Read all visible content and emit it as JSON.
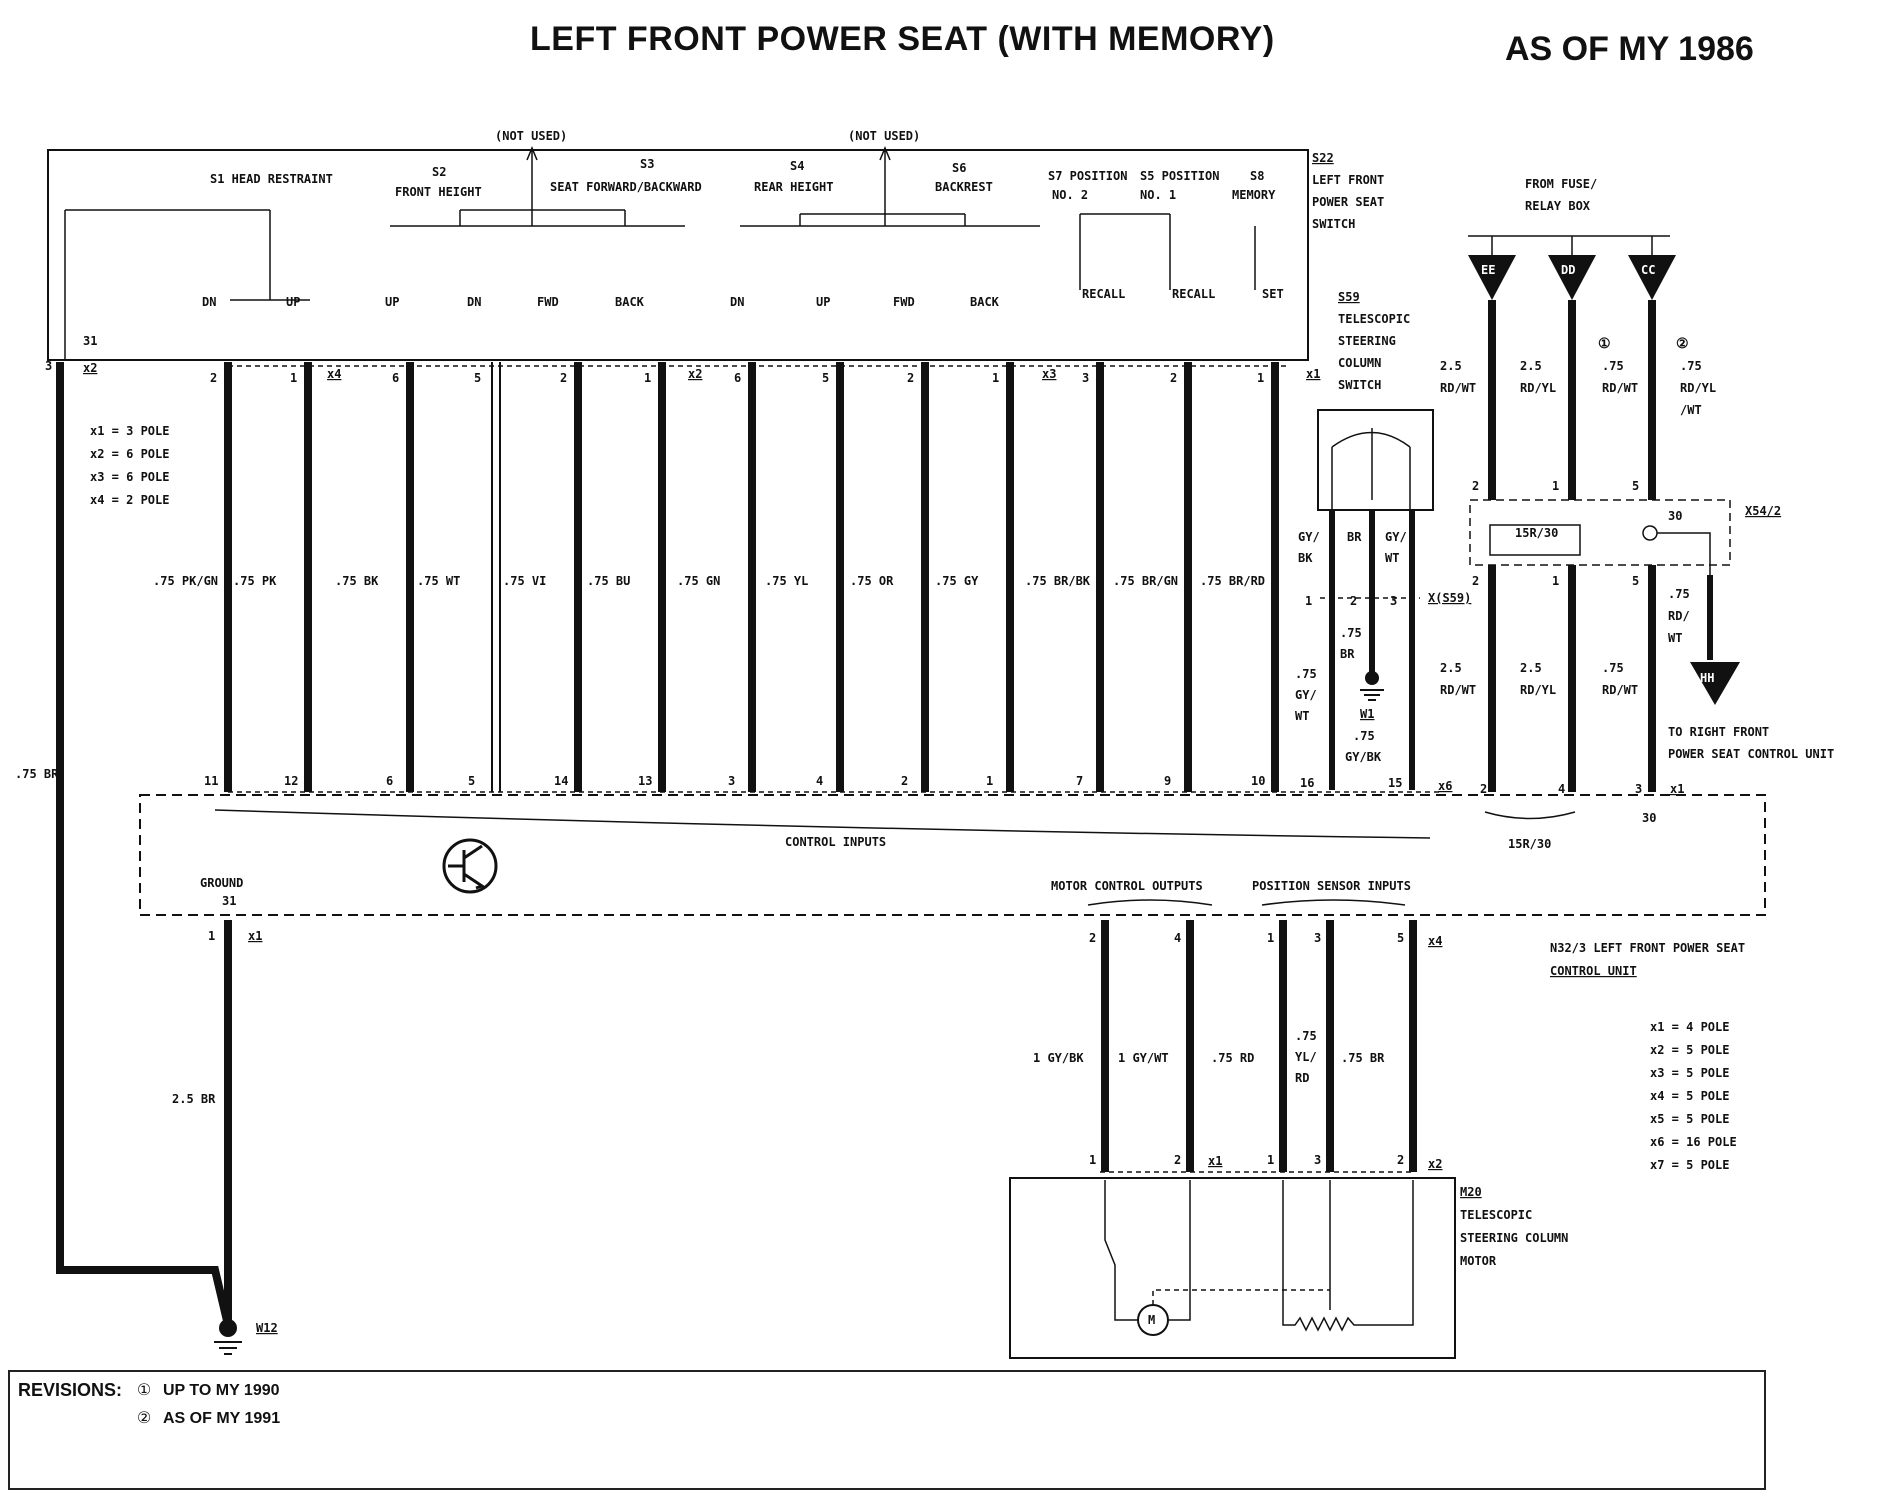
{
  "title": "LEFT FRONT POWER SEAT (WITH MEMORY)",
  "subtitle": "AS OF MY 1986",
  "switch_block": {
    "name": "S22",
    "desc": [
      "LEFT FRONT",
      "POWER SEAT",
      "SWITCH"
    ],
    "not_used": "(NOT USED)",
    "switches": [
      {
        "id": "s1",
        "label": "S1 HEAD RESTRAINT"
      },
      {
        "id": "s2",
        "label_top": "S2",
        "label": "FRONT HEIGHT"
      },
      {
        "id": "s3",
        "label_top": "S3",
        "label": "SEAT FORWARD/BACKWARD"
      },
      {
        "id": "s4",
        "label_top": "S4",
        "label": "REAR HEIGHT"
      },
      {
        "id": "s6",
        "label_top": "S6",
        "label": "BACKREST"
      },
      {
        "id": "s7",
        "label_top": "S7 POSITION",
        "label": "NO. 2"
      },
      {
        "id": "s5",
        "label_top": "S5 POSITION",
        "label": "NO. 1"
      },
      {
        "id": "s8",
        "label_top": "S8",
        "label": "MEMORY"
      }
    ],
    "positions": [
      "DN",
      "UP",
      "UP",
      "DN",
      "FWD",
      "BACK",
      "DN",
      "UP",
      "FWD",
      "BACK",
      "RECALL",
      "RECALL",
      "SET"
    ]
  },
  "wires": [
    {
      "pin_top": "2",
      "pin_bottom": "11",
      "label": ".75 PK/GN"
    },
    {
      "pin_top": "1",
      "pin_bottom": "12",
      "label": ".75 PK"
    },
    {
      "pin_top": "6",
      "pin_bottom": "6",
      "label": ".75 BK"
    },
    {
      "pin_top": "5",
      "pin_bottom": "5",
      "label": ".75 WT"
    },
    {
      "pin_top": "2",
      "pin_bottom": "14",
      "label": ".75 VI"
    },
    {
      "pin_top": "1",
      "pin_bottom": "13",
      "label": ".75 BU"
    },
    {
      "pin_top": "6",
      "pin_bottom": "3",
      "label": ".75 GN"
    },
    {
      "pin_top": "5",
      "pin_bottom": "4",
      "label": ".75 YL"
    },
    {
      "pin_top": "2",
      "pin_bottom": "2",
      "label": ".75 OR"
    },
    {
      "pin_top": "1",
      "pin_bottom": "1",
      "label": ".75 GY"
    },
    {
      "pin_top": "3",
      "pin_bottom": "7",
      "label": ".75 BR/BK"
    },
    {
      "pin_top": "2",
      "pin_bottom": "9",
      "label": ".75 BR/GN"
    },
    {
      "pin_top": "1",
      "pin_bottom": "10",
      "label": ".75 BR/RD"
    }
  ],
  "connector_tags": {
    "x1": "x1",
    "x2": "x2",
    "x3": "x3",
    "x4": "x4",
    "x6": "x6"
  },
  "left_pole_legend": [
    "x1 = 3 POLE",
    "x2 = 6 POLE",
    "x3 = 6 POLE",
    "x4 = 2 POLE"
  ],
  "ground_wire": {
    "label": ".75 BR",
    "pin_top": "3",
    "pin_31": "31"
  },
  "telescopic_switch": {
    "name": "S59",
    "desc": [
      "TELESCOPIC",
      "STEERING",
      "COLUMN",
      "SWITCH"
    ],
    "wires_top": [
      "GY/",
      "BK",
      "BR",
      "GY/",
      "WT"
    ],
    "connector": "X(S59)",
    "pins": [
      "1",
      "2",
      "3"
    ],
    "wires_bottom": [
      ".75",
      "GY/",
      "WT",
      ".75",
      "BR",
      ".75",
      "GY/BK"
    ],
    "ground": "W1",
    "pins_bottom": [
      "16",
      "15"
    ]
  },
  "fuse": {
    "label": [
      "FROM FUSE/",
      "RELAY BOX"
    ],
    "terminals": [
      "EE",
      "DD",
      "CC"
    ],
    "wires": [
      "2.5",
      "RD/WT",
      "2.5",
      "RD/YL",
      ".75",
      "RD/WT",
      ".75",
      "RD/YL",
      "/WT"
    ],
    "connector": "X54/2",
    "inner": [
      "15R/30",
      "30"
    ],
    "pins": [
      "2",
      "1",
      "5"
    ],
    "wires_lower": [
      "2.5",
      "RD/WT",
      "2.5",
      "RD/YL",
      ".75",
      "RD/WT",
      ".75",
      "RD/",
      "WT"
    ],
    "to_right": "HH",
    "to_right_desc": [
      "TO RIGHT FRONT",
      "POWER SEAT CONTROL UNIT"
    ],
    "pins_bottom": [
      "2",
      "4",
      "3"
    ],
    "term_bottom": [
      "15R/30",
      "30"
    ]
  },
  "control_unit": {
    "name": "N32/3 LEFT FRONT POWER SEAT",
    "name2": "CONTROL UNIT",
    "inputs": "CONTROL INPUTS",
    "ground": "GROUND",
    "ground_num": "31",
    "motor_outputs": "MOTOR CONTROL OUTPUTS",
    "sensor_inputs": "POSITION SENSOR INPUTS",
    "pole_legend": [
      "x1 = 4 POLE",
      "x2 = 5 POLE",
      "x3 = 5 POLE",
      "x4 = 5 POLE",
      "x5 = 5 POLE",
      "x6 = 16 POLE",
      "x7 = 5 POLE"
    ]
  },
  "lower_wires": [
    {
      "pin_top": "2",
      "pin_bottom": "1",
      "label": "1 GY/BK"
    },
    {
      "pin_top": "4",
      "pin_bottom": "2",
      "label": "1 GY/WT"
    },
    {
      "pin_top": "1",
      "pin_bottom": "1",
      "label": ".75 RD"
    },
    {
      "pin_top": "3",
      "pin_bottom": "3",
      "label": [
        ".75",
        "YL/",
        "RD"
      ]
    },
    {
      "pin_top": "5",
      "pin_bottom": "2",
      "label": ".75 BR"
    }
  ],
  "ground_lower": {
    "pin": "1",
    "label": "2.5 BR",
    "ground": "W12"
  },
  "motor": {
    "name": "M20",
    "desc": [
      "TELESCOPIC",
      "STEERING COLUMN",
      "MOTOR"
    ],
    "symbol": "M"
  },
  "revisions": {
    "label": "REVISIONS:",
    "items": [
      {
        "mark": "①",
        "text": "UP TO MY 1990"
      },
      {
        "mark": "②",
        "text": "AS OF MY 1991"
      }
    ]
  }
}
